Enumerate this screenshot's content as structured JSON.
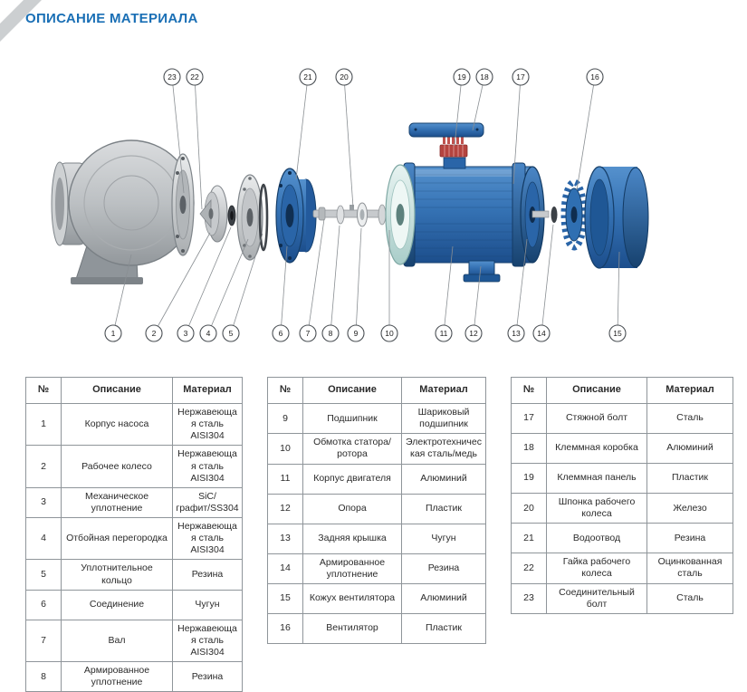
{
  "page": {
    "title": "ОПИСАНИЕ МАТЕРИАЛА"
  },
  "colors": {
    "accent": "#1a6fb5",
    "motor_blue": "#2f6fb2",
    "steel_grey": "#b7babd",
    "terminal_red": "#b5443f"
  },
  "diagram": {
    "callouts": [
      "23",
      "22",
      "21",
      "20",
      "19",
      "18",
      "17",
      "16",
      "1",
      "2",
      "3",
      "4",
      "5",
      "6",
      "7",
      "8",
      "9",
      "10",
      "11",
      "12",
      "13",
      "14",
      "15"
    ]
  },
  "tables": [
    {
      "headers": [
        "№",
        "Описание",
        "Материал"
      ],
      "rows": [
        [
          "1",
          "Корпус насоса",
          "Нержавеющая сталь AISI304"
        ],
        [
          "2",
          "Рабочее колесо",
          "Нержавеющая сталь AISI304"
        ],
        [
          "3",
          "Механическое уплотнение",
          "SiC/графит/SS304"
        ],
        [
          "4",
          "Отбойная перегородка",
          "Нержавеющая сталь AISI304"
        ],
        [
          "5",
          "Уплотнительное кольцо",
          "Резина"
        ],
        [
          "6",
          "Соединение",
          "Чугун"
        ],
        [
          "7",
          "Вал",
          "Нержавеющая сталь AISI304"
        ],
        [
          "8",
          "Армированное уплотнение",
          "Резина"
        ]
      ]
    },
    {
      "headers": [
        "№",
        "Описание",
        "Материал"
      ],
      "rows": [
        [
          "9",
          "Подшипник",
          "Шариковый подшипник"
        ],
        [
          "10",
          "Обмотка статора/ротора",
          "Электротехническая сталь/медь"
        ],
        [
          "11",
          "Корпус двигателя",
          "Алюминий"
        ],
        [
          "12",
          "Опора",
          "Пластик"
        ],
        [
          "13",
          "Задняя крышка",
          "Чугун"
        ],
        [
          "14",
          "Армированное уплотнение",
          "Резина"
        ],
        [
          "15",
          "Кожух вентилятора",
          "Алюминий"
        ],
        [
          "16",
          "Вентилятор",
          "Пластик"
        ]
      ]
    },
    {
      "headers": [
        "№",
        "Описание",
        "Материал"
      ],
      "rows": [
        [
          "17",
          "Стяжной болт",
          "Сталь"
        ],
        [
          "18",
          "Клеммная коробка",
          "Алюминий"
        ],
        [
          "19",
          "Клеммная панель",
          "Пластик"
        ],
        [
          "20",
          "Шпонка рабочего колеса",
          "Железо"
        ],
        [
          "21",
          "Водоотвод",
          "Резина"
        ],
        [
          "22",
          "Гайка рабочего колеса",
          "Оцинкованная сталь"
        ],
        [
          "23",
          "Соединительный болт",
          "Сталь"
        ]
      ]
    }
  ]
}
